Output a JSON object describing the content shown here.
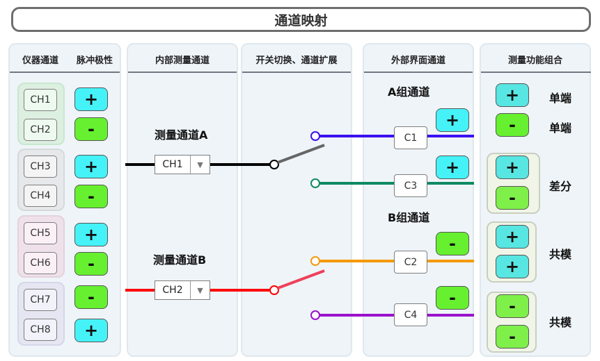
{
  "title": "通道映射",
  "columns": {
    "instrument_channel": "仪器通道",
    "pulse_polarity": "脉冲极性",
    "internal_channel": "内部测量通道",
    "switch_expand": "开关切换、通道扩展",
    "external_channel": "外部界面通道",
    "function_combo": "测量功能组合"
  },
  "instrument_channels": [
    "CH1",
    "CH2",
    "CH3",
    "CH4",
    "CH5",
    "CH6",
    "CH7",
    "CH8"
  ],
  "polarity": [
    "+",
    "-",
    "+",
    "-",
    "+",
    "-",
    "-",
    "+"
  ],
  "internal": {
    "label_a": "测量通道A",
    "label_b": "测量通道B",
    "select_a": "CH1",
    "select_b": "CH2",
    "arrow": "▼"
  },
  "external": {
    "group_a": "A组通道",
    "group_b": "B组通道",
    "channels": [
      "C1",
      "C3",
      "C2",
      "C4"
    ],
    "polarity": [
      "+",
      "+",
      "-",
      "-"
    ]
  },
  "functions": {
    "single_end_1": {
      "sign": "+",
      "label": "单端"
    },
    "single_end_2": {
      "sign": "-",
      "label": "单端"
    },
    "differential": {
      "signs": [
        "+",
        "-"
      ],
      "label": "差分"
    },
    "common_mode_1": {
      "signs": [
        "+",
        "+"
      ],
      "label": "共模"
    },
    "common_mode_2": {
      "signs": [
        "-",
        "-"
      ],
      "label": "共模"
    }
  },
  "colors": {
    "line_c1": "#3b10f0",
    "line_c3": "#0e8a62",
    "line_c2": "#f59a0a",
    "line_c4": "#9a12cc",
    "line_a": "#000000",
    "line_b": "#ff0000",
    "switch_a": "#666666",
    "switch_b": "#f0405a"
  }
}
